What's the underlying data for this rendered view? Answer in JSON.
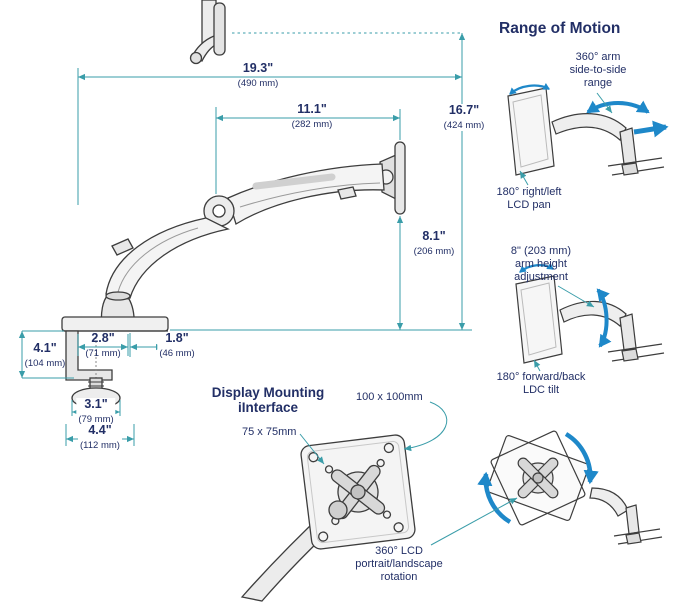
{
  "colors": {
    "dimension_line": "#3a9da9",
    "label_text": "#222f66",
    "drawing_line": "#3d3d3d",
    "motion_arrow": "#1e88c9"
  },
  "main_diagram": {
    "dims": {
      "reach_in": "19.3\"",
      "reach_mm": "(490 mm)",
      "arm_in": "11.1\"",
      "arm_mm": "(282 mm)",
      "height_in": "16.7\"",
      "height_mm": "(424 mm)",
      "lift_in": "8.1\"",
      "lift_mm": "(206 mm)",
      "clamp_open_in": "2.8\"",
      "clamp_open_mm": "(71 mm)",
      "clamp_height_in": "4.1\"",
      "clamp_height_mm": "(104 mm)",
      "edge_in": "1.8\"",
      "edge_mm": "(46 mm)",
      "knob_in": "3.1\"",
      "knob_mm": "(79 mm)",
      "base_in": "4.4\"",
      "base_mm": "(112 mm)"
    }
  },
  "range_of_motion": {
    "title": "Range of Motion",
    "side_to_side": "360° arm\nside-to-side\nrange",
    "lcd_pan": "180° right/left\nLCD pan",
    "height_adjustment": "8\" (203 mm)\narm height\nadjustment",
    "tilt": "180° forward/back\nLDC tilt",
    "rotation": "360° LCD\nportrait/landscape\nrotation"
  },
  "mounting_interface": {
    "title": "Display Mounting\niInterface",
    "vesa_100": "100 x 100mm",
    "vesa_75": "75 x 75mm"
  }
}
